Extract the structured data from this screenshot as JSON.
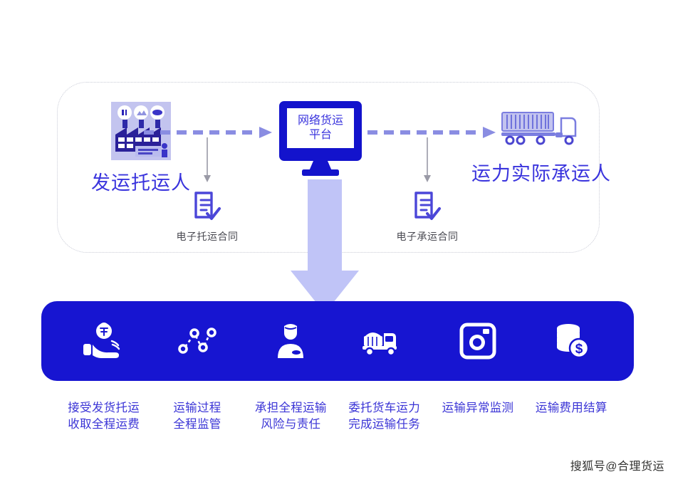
{
  "diagram": {
    "platform": {
      "label_line1": "网络货运",
      "label_line2": "平台",
      "icon": "desktop-monitor-icon"
    },
    "actors": [
      {
        "id": "shipper",
        "label": "发运托运人",
        "icon": "factory-warehouse-icon"
      },
      {
        "id": "carrier",
        "label": "运力实际承运人",
        "icon": "semi-truck-icon"
      }
    ],
    "contracts": [
      {
        "id": "consignment",
        "label": "电子托运合同",
        "icon": "document-check-icon"
      },
      {
        "id": "carriage",
        "label": "电子承运合同",
        "icon": "document-check-icon"
      }
    ],
    "flow_arrows": [
      {
        "id": "shipper-to-platform",
        "style": "dashed",
        "direction": "right"
      },
      {
        "id": "platform-to-carrier",
        "style": "dashed",
        "direction": "right"
      },
      {
        "id": "shipper-to-contract",
        "style": "solid-thin",
        "direction": "down"
      },
      {
        "id": "platform-to-contract",
        "style": "solid-thin",
        "direction": "down"
      },
      {
        "id": "platform-to-services",
        "style": "block",
        "direction": "down"
      }
    ]
  },
  "services": [
    {
      "icon": "hand-holding-money-icon",
      "caption": "接受发货托运\n收取全程运费"
    },
    {
      "icon": "route-network-icon",
      "caption": "运输过程\n全程监管"
    },
    {
      "icon": "person-agent-icon",
      "caption": "承担全程运输\n风险与责任"
    },
    {
      "icon": "dump-truck-icon",
      "caption": "委托货车运力\n完成运输任务"
    },
    {
      "icon": "camera-monitor-icon",
      "caption": "运输异常监测"
    },
    {
      "icon": "coin-stack-dollar-icon",
      "caption": "运输费用结算"
    }
  ],
  "watermark": {
    "text": "搜狐号@合理货运"
  },
  "colors": {
    "brand_blue": "#1715d1",
    "text_blue": "#3b35d6",
    "light_periwinkle": "#c0c4f7",
    "muted_purple": "#7b7ee0",
    "caption_gray": "#4a4a52",
    "panel_border": "#c9cbd6"
  }
}
